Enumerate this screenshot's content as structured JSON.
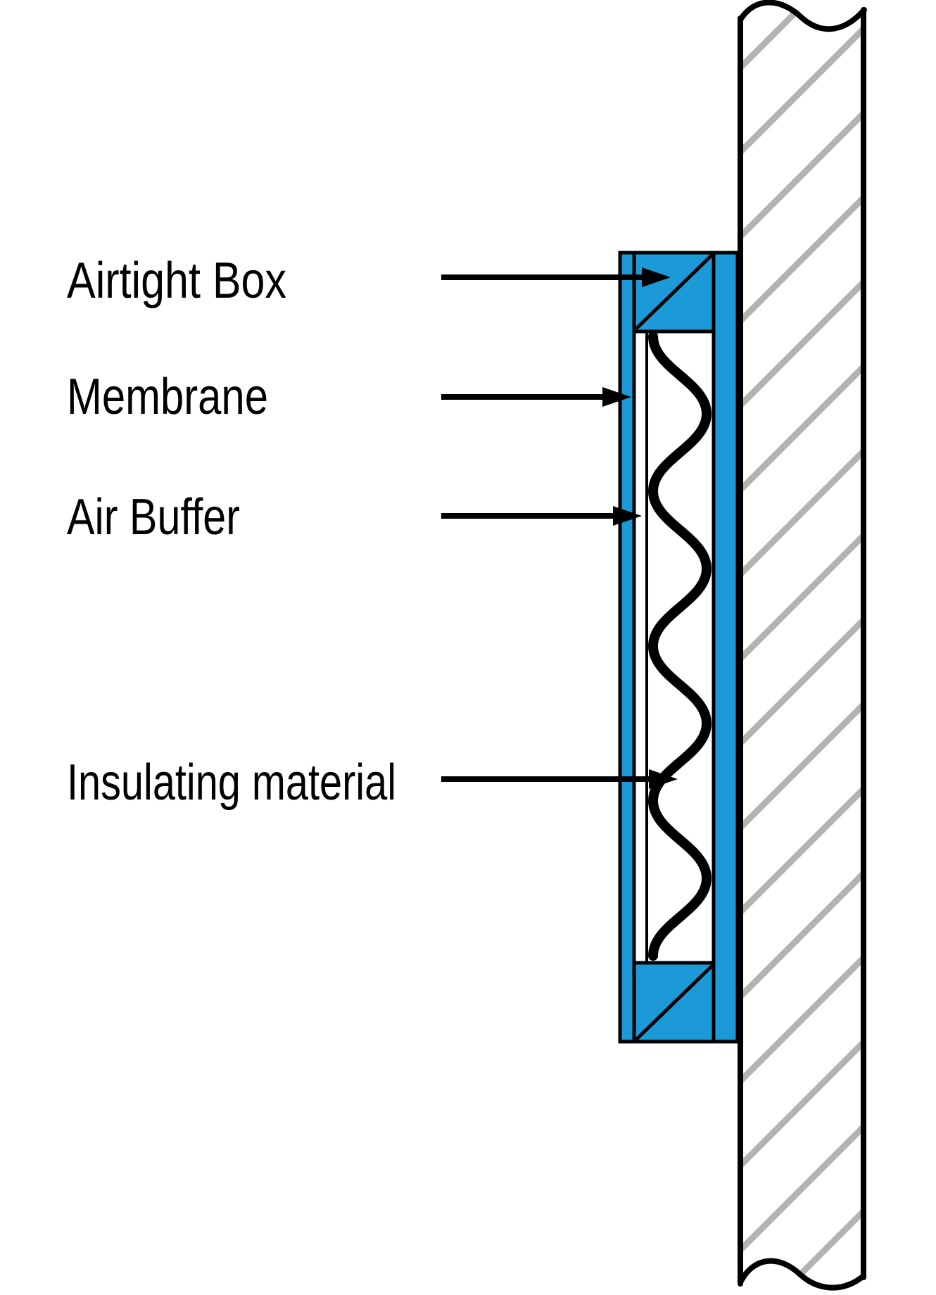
{
  "diagram": {
    "type": "technical-section-detail",
    "labels": [
      {
        "id": "airtight-box",
        "text": "Airtight Box"
      },
      {
        "id": "membrane",
        "text": "Membrane"
      },
      {
        "id": "air-buffer",
        "text": "Air Buffer"
      },
      {
        "id": "insulating-material",
        "text": "Insulating material"
      }
    ],
    "colors": {
      "box_fill": "#1b9ad7",
      "hatch": "#b3b3b3",
      "line": "#000000",
      "background": "#ffffff"
    }
  }
}
